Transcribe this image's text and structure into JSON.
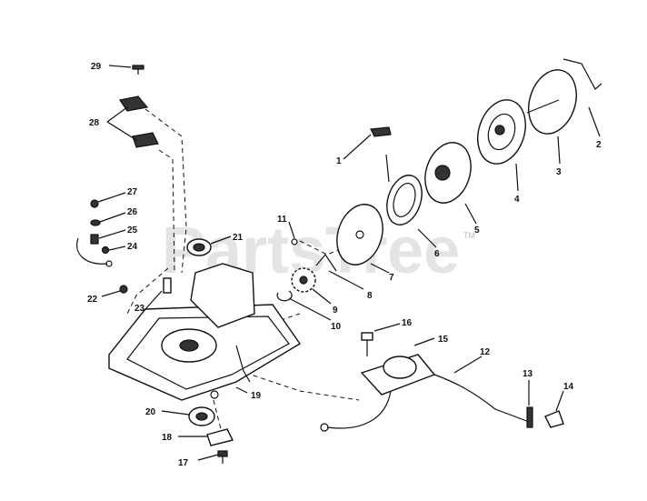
{
  "watermark": {
    "text": "PartsTree",
    "tm": "TM"
  },
  "callouts": [
    {
      "id": "1",
      "label": "1"
    },
    {
      "id": "2",
      "label": "2"
    },
    {
      "id": "3",
      "label": "3"
    },
    {
      "id": "4",
      "label": "4"
    },
    {
      "id": "5",
      "label": "5"
    },
    {
      "id": "6",
      "label": "6"
    },
    {
      "id": "7",
      "label": "7"
    },
    {
      "id": "8",
      "label": "8"
    },
    {
      "id": "9",
      "label": "9"
    },
    {
      "id": "10",
      "label": "10"
    },
    {
      "id": "11",
      "label": "11"
    },
    {
      "id": "12",
      "label": "12"
    },
    {
      "id": "13",
      "label": "13"
    },
    {
      "id": "14",
      "label": "14"
    },
    {
      "id": "15",
      "label": "15"
    },
    {
      "id": "16",
      "label": "16"
    },
    {
      "id": "17",
      "label": "17"
    },
    {
      "id": "18",
      "label": "18"
    },
    {
      "id": "19",
      "label": "19"
    },
    {
      "id": "20",
      "label": "20"
    },
    {
      "id": "21",
      "label": "21"
    },
    {
      "id": "22",
      "label": "22"
    },
    {
      "id": "23",
      "label": "23"
    },
    {
      "id": "24",
      "label": "24"
    },
    {
      "id": "25",
      "label": "25"
    },
    {
      "id": "26",
      "label": "26"
    },
    {
      "id": "27",
      "label": "27"
    },
    {
      "id": "28",
      "label": "28"
    },
    {
      "id": "29",
      "label": "29"
    }
  ]
}
